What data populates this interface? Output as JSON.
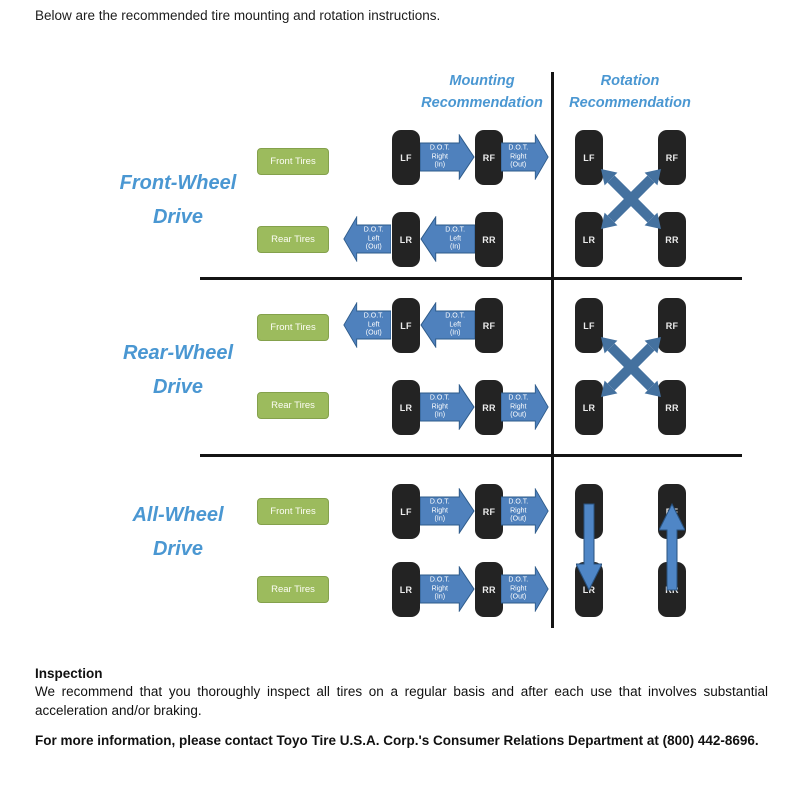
{
  "intro": "Below are the recommended tire mounting and rotation instructions.",
  "headers": {
    "mounting": [
      "Mounting",
      "Recommendation"
    ],
    "rotation": [
      "Rotation",
      "Recommendation"
    ]
  },
  "rows": [
    {
      "label": [
        "Front-Wheel",
        "Drive"
      ]
    },
    {
      "label": [
        "Rear-Wheel",
        "Drive"
      ]
    },
    {
      "label": [
        "All-Wheel",
        "Drive"
      ]
    }
  ],
  "badges": {
    "front": "Front Tires",
    "rear": "Rear Tires"
  },
  "tires": {
    "lf": "LF",
    "rf": "RF",
    "lr": "LR",
    "rr": "RR"
  },
  "arrows": {
    "right_in": [
      "D.O.T.",
      "Right",
      "(In)"
    ],
    "right_out": [
      "D.O.T.",
      "Right",
      "(Out)"
    ],
    "left_in": [
      "D.O.T.",
      "Left",
      "(In)"
    ],
    "left_out": [
      "D.O.T.",
      "Left",
      "(Out)"
    ]
  },
  "footer": {
    "inspection_title": "Inspection",
    "inspection_body": "We recommend that you thoroughly inspect all tires on a regular basis and after each use that involves substantial acceleration and/or braking.",
    "contact": "For more information, please contact Toyo Tire U.S.A. Corp.'s Consumer Relations Department at (800) 442-8696."
  },
  "colors": {
    "heading_blue": "#4a97d2",
    "arrow_blue": "#4f81bd",
    "badge_green": "#9cbb5d",
    "tire_black": "#232323"
  }
}
